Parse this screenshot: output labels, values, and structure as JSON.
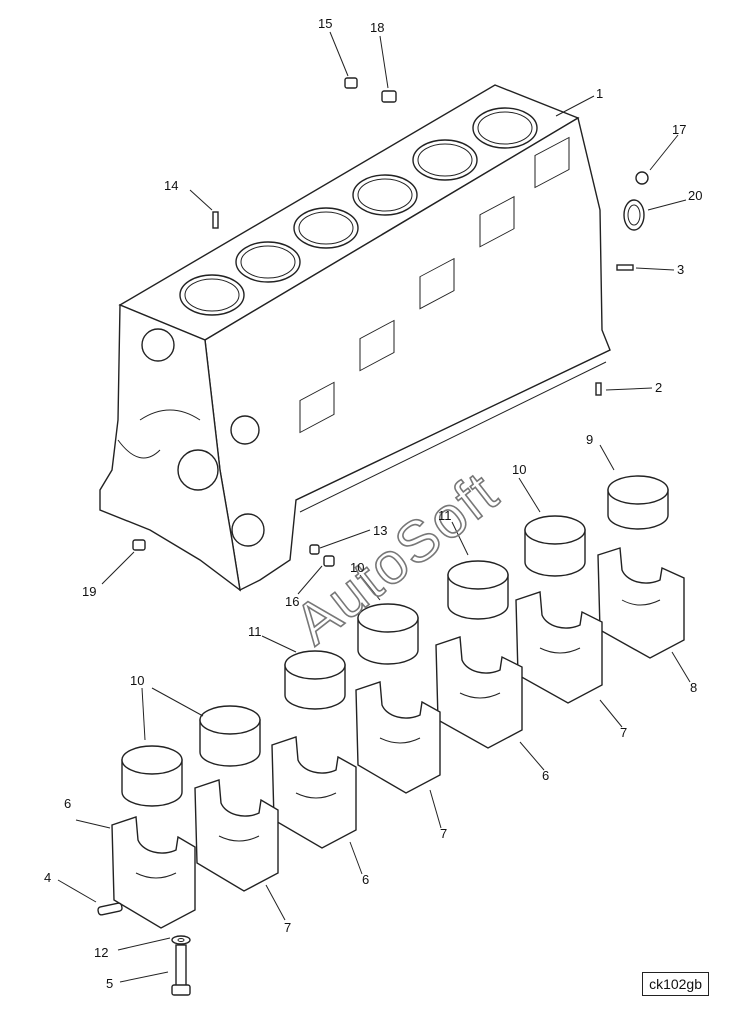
{
  "diagram": {
    "reference_code": "ck102gb",
    "watermark": "AutoSoft",
    "callouts": [
      {
        "id": "c15",
        "text": "15"
      },
      {
        "id": "c18",
        "text": "18"
      },
      {
        "id": "c1",
        "text": "1"
      },
      {
        "id": "c17",
        "text": "17"
      },
      {
        "id": "c20",
        "text": "20"
      },
      {
        "id": "c14",
        "text": "14"
      },
      {
        "id": "c3",
        "text": "3"
      },
      {
        "id": "c2",
        "text": "2"
      },
      {
        "id": "c9",
        "text": "9"
      },
      {
        "id": "c10a",
        "text": "10"
      },
      {
        "id": "c11a",
        "text": "11"
      },
      {
        "id": "c13",
        "text": "13"
      },
      {
        "id": "c10b",
        "text": "10"
      },
      {
        "id": "c19",
        "text": "19"
      },
      {
        "id": "c16",
        "text": "16"
      },
      {
        "id": "c11b",
        "text": "11"
      },
      {
        "id": "c10c",
        "text": "10"
      },
      {
        "id": "c8",
        "text": "8"
      },
      {
        "id": "c7a",
        "text": "7"
      },
      {
        "id": "c6a",
        "text": "6"
      },
      {
        "id": "c7b",
        "text": "7"
      },
      {
        "id": "c6b",
        "text": "6"
      },
      {
        "id": "c6c",
        "text": "6"
      },
      {
        "id": "c4",
        "text": "4"
      },
      {
        "id": "c7c",
        "text": "7"
      },
      {
        "id": "c12",
        "text": "12"
      },
      {
        "id": "c5",
        "text": "5"
      }
    ]
  }
}
